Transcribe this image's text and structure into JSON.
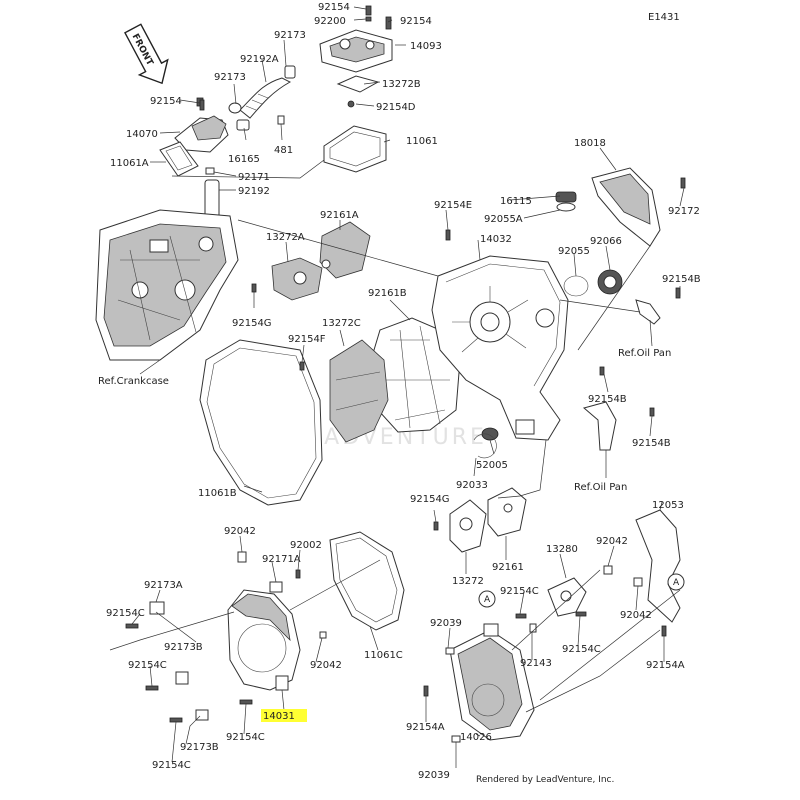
{
  "diagram_code": "E1431",
  "front_label": "FRONT",
  "watermark": "LEADVENTURE",
  "footer": "Rendered by LeadVenture, Inc.",
  "highlight_color": "#ffff33",
  "labels": {
    "p92154_a": "92154",
    "p92154_b": "92154",
    "p92200": "92200",
    "p92173_top": "92173",
    "p14093": "14093",
    "p92192A": "92192A",
    "p92173_mid": "92173",
    "p13272B": "13272B",
    "p92154_c": "92154",
    "p92154D": "92154D",
    "p14070": "14070",
    "p16165": "16165",
    "p481": "481",
    "p11061_top": "11061",
    "p11061A": "11061A",
    "p92171": "92171",
    "p92192": "92192",
    "p18018": "18018",
    "p92172": "92172",
    "p92154E": "92154E",
    "p16115": "16115",
    "p92055A": "92055A",
    "p14032": "14032",
    "p92161A": "92161A",
    "p13272A": "13272A",
    "p92055": "92055",
    "p92066": "92066",
    "p92154B_1": "92154B",
    "ref_oil_pan_1": "Ref.Oil Pan",
    "p92154G_top": "92154G",
    "p92161B": "92161B",
    "p13272C": "13272C",
    "p92154F": "92154F",
    "ref_crankcase": "Ref.Crankcase",
    "p92154B_2": "92154B",
    "p92154B_3": "92154B",
    "p52005": "52005",
    "p92033": "92033",
    "ref_oil_pan_2": "Ref.Oil Pan",
    "p11061B": "11061B",
    "p92154G": "92154G",
    "p12053": "12053",
    "p92042_a": "92042",
    "p92171A": "92171A",
    "p92002": "92002",
    "p13272": "13272",
    "p92161": "92161",
    "p13280": "13280",
    "p92042_b": "92042",
    "p92173A": "92173A",
    "p92154C_1": "92154C",
    "p92154C_2": "92154C",
    "p92042_c": "92042",
    "p92173B_1": "92173B",
    "p92042_d": "92042",
    "p11061C": "11061C",
    "p92039_a": "92039",
    "p92154C_3": "92154C",
    "p92143": "92143",
    "p92154C_4": "92154C",
    "p92154A_1": "92154A",
    "p14031": "14031",
    "p92154C_5": "92154C",
    "p92173B_2": "92173B",
    "p92154C_6": "92154C",
    "p92154A_2": "92154A",
    "p14026": "14026",
    "p92039_b": "92039",
    "callout_a": "A"
  }
}
